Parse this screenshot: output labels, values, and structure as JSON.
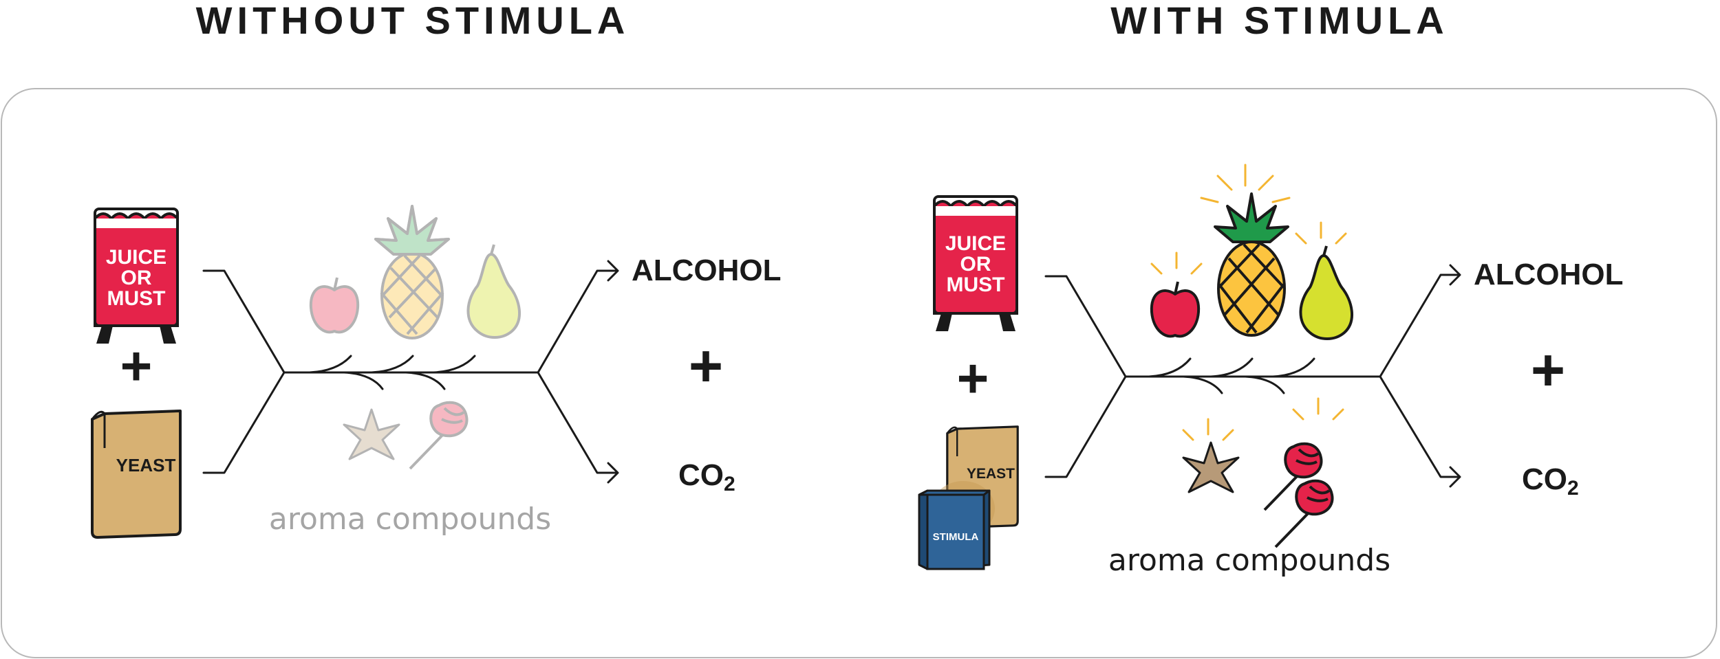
{
  "headings": {
    "left": "WITHOUT STIMULA",
    "right": "WITH STIMULA"
  },
  "left": {
    "juice": [
      "JUICE",
      "OR",
      "MUST"
    ],
    "yeast": "YEAST",
    "plus": "+",
    "alcohol": "ALCOHOL",
    "co2": "CO",
    "co2_sub": "2",
    "aroma": "aroma compounds"
  },
  "right": {
    "juice": [
      "JUICE",
      "OR",
      "MUST"
    ],
    "yeast": "YEAST",
    "stimula": "STIMULA",
    "plus": "+",
    "alcohol": "ALCOHOL",
    "co2": "CO",
    "co2_sub": "2",
    "aroma": "aroma compounds"
  },
  "colors": {
    "juice_red": "#e5234a",
    "yeast_tan": "#d7b173",
    "stimula_blue": "#2f6498",
    "pineapple_body": "#fcc43f",
    "pineapple_leaves": "#1f9a4a",
    "pear": "#d6e02f",
    "apple": "#e5234a",
    "rose": "#e5234a",
    "anise": "#b79a78",
    "sparkle": "#f4b531",
    "faded_text": "#a5a5a5",
    "border": "#b8b8b8"
  },
  "icons": [
    "juice-carton-icon",
    "yeast-bag-icon",
    "stimula-box-icon",
    "apple-icon",
    "pineapple-icon",
    "pear-icon",
    "star-anise-icon",
    "rose-icon"
  ]
}
